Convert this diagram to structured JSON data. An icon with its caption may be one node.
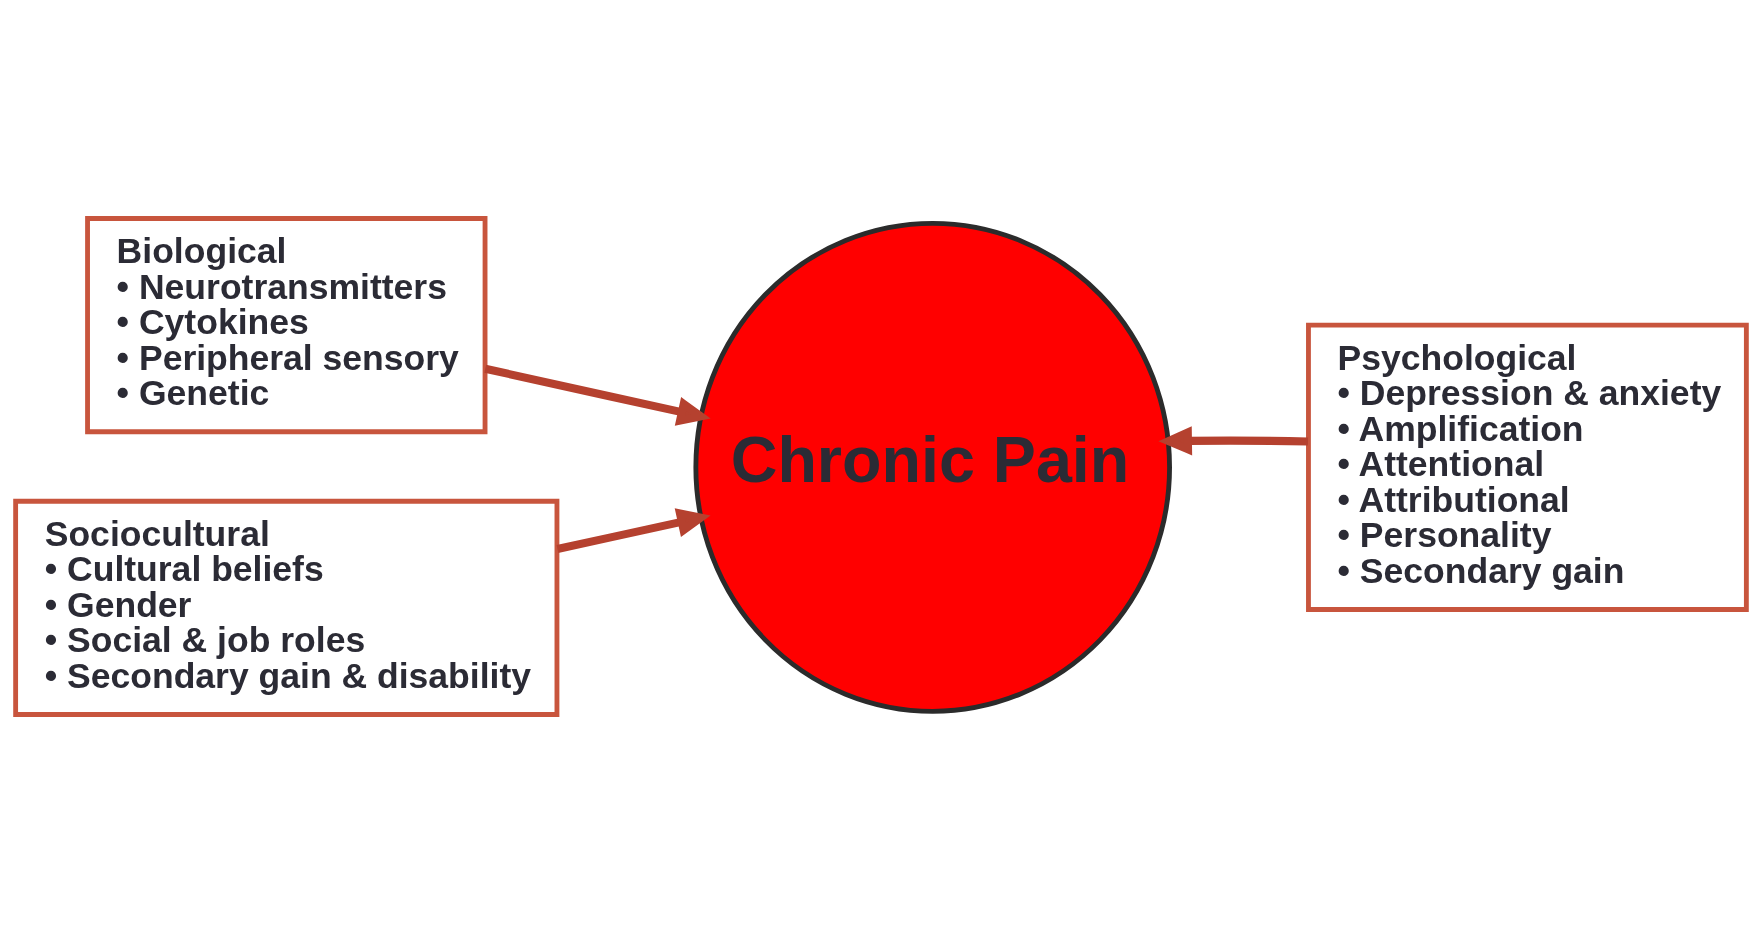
{
  "diagram": {
    "nodes": [
      {
        "text": [
          "Biological",
          "• Neurotransmitters",
          "• Cytokines",
          "• Peripheral sensory",
          "• Genetic"
        ]
      },
      {
        "text": [
          "Sociocultural",
          "• Cultural beliefs",
          "• Gender",
          "• Social & job roles",
          "• Secondary gain & disability"
        ]
      },
      {
        "text": [
          "Chronic Pain"
        ]
      },
      {
        "text": [
          "Psychological",
          "• Depression & anxiety",
          "• Amplification",
          "• Attentional",
          "• Attributional",
          "• Personality",
          "• Secondary gain"
        ]
      }
    ],
    "edges": [
      {
        "from": 0,
        "to": 2,
        "arrow": "to"
      },
      {
        "from": 3,
        "to": 2,
        "arrow": "to"
      },
      {
        "from": 1,
        "to": 2,
        "arrow": "to"
      }
    ]
  }
}
